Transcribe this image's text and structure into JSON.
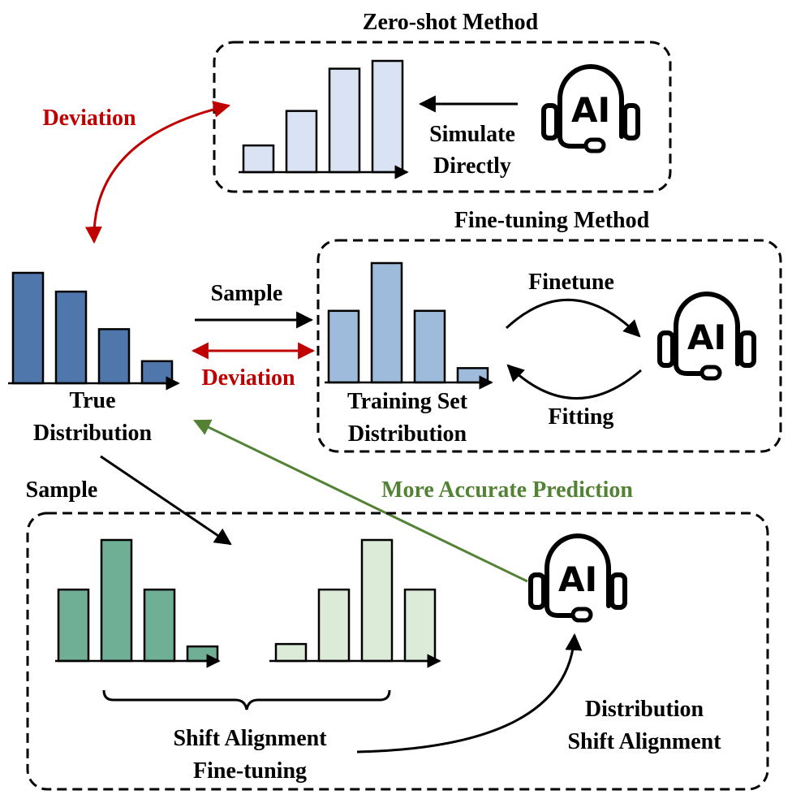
{
  "colors": {
    "ink": "#000000",
    "deviation_red": "#c00000",
    "accurate_green": "#548235",
    "true_bar": "#4f77ac",
    "zero_shot_bar": "#dae3f3",
    "training_bar": "#9ebbdb",
    "shift_bar_dark": "#6faf95",
    "shift_bar_light": "#dcebd8"
  },
  "icons": {
    "ai_agent": "headset-ai-icon"
  },
  "zero_shot": {
    "title": "Zero-shot Method",
    "simulate_line1": "Simulate",
    "simulate_line2": "Directly",
    "deviation": "Deviation",
    "icon_text": "AI",
    "bars": [
      0.24,
      0.55,
      0.93,
      1.0
    ]
  },
  "fine_tuning": {
    "title": "Fine-tuning Method",
    "finetune": "Finetune",
    "fitting": "Fitting",
    "training_line1": "Training Set",
    "training_line2": "Distribution",
    "icon_text": "AI",
    "bars": [
      0.6,
      1.0,
      0.6,
      0.12
    ]
  },
  "true_distribution": {
    "line1": "True",
    "line2": "Distribution",
    "bars": [
      1.0,
      0.83,
      0.49,
      0.2
    ],
    "sample_label": "Sample",
    "deviation_label": "Deviation",
    "sample_below": "Sample"
  },
  "shift_alignment": {
    "more_accurate": "More Accurate Prediction",
    "finetune_line1": "Shift Alignment",
    "finetune_line2": "Fine-tuning",
    "method_line1": "Distribution",
    "method_line2": "Shift Alignment",
    "icon_text": "AI",
    "bars_left": [
      0.59,
      1.0,
      0.59,
      0.12
    ],
    "bars_right": [
      0.14,
      0.59,
      1.0,
      0.59
    ]
  }
}
